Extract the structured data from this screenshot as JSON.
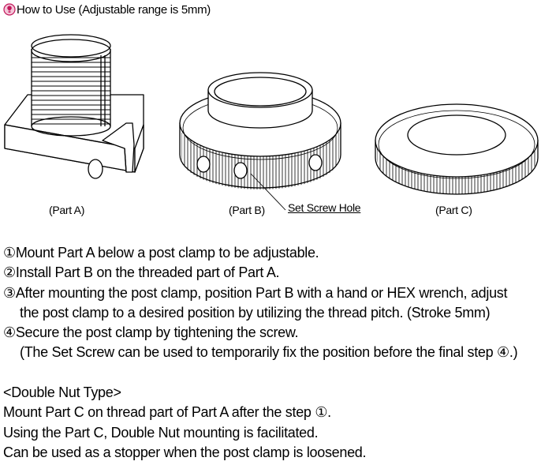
{
  "header": {
    "icon": "tip-badge-icon",
    "title": "How to Use (Adjustable range is 5mm)"
  },
  "captions": {
    "part_a": "(Part A)",
    "part_b": "(Part B)",
    "set_screw": "Set Screw Hole",
    "part_c": "(Part C)"
  },
  "steps": [
    {
      "marker": "①",
      "text": "Mount Part A below a post clamp to be adjustable."
    },
    {
      "marker": "②",
      "text": "Install Part B on the threaded part of Part A."
    },
    {
      "marker": "③",
      "text": "After mounting the post clamp, position Part B with a hand or HEX wrench, adjust"
    },
    {
      "text": "the post clamp to a desired position by utilizing the thread pitch. (Stroke 5mm)"
    },
    {
      "marker": "④",
      "text": "Secure the post clamp by tightening the screw."
    },
    {
      "text": "(The Set Screw can be used to temporarily fix the position before the final step ④.)"
    }
  ],
  "double_nut": {
    "heading": "<Double Nut Type>",
    "lines": [
      "Mount Part C on thread part of Part A after the step ①.",
      "Using the Part C, Double Nut mounting is facilitated.",
      "Can be used as a stopper when the post clamp is loosened."
    ]
  },
  "colors": {
    "accent": "#c2185b",
    "line": "#000000"
  }
}
